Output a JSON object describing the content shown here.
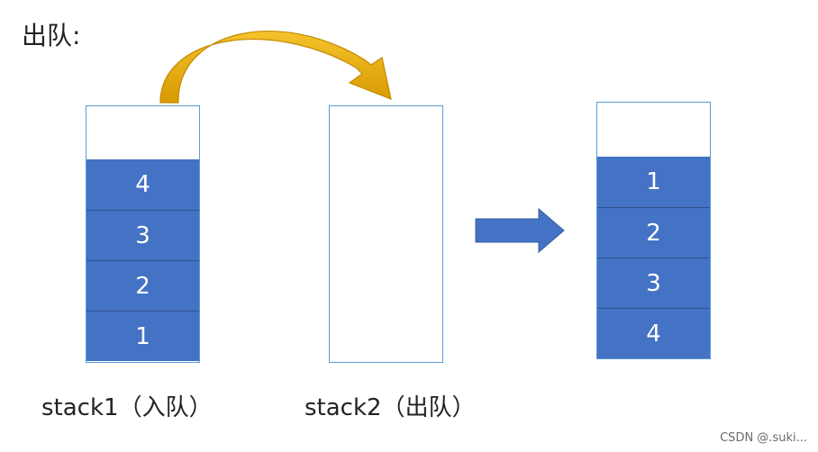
{
  "title": "出队:",
  "stacks": [
    {
      "caption": "stack1（入队）",
      "cells": [
        "4",
        "3",
        "2",
        "1"
      ]
    },
    {
      "caption": "stack2（出队）",
      "cells": []
    },
    {
      "caption": "",
      "cells": [
        "1",
        "2",
        "3",
        "4"
      ]
    }
  ],
  "colors": {
    "cell_fill": "#4472c4",
    "border": "#5b9bd5",
    "curved_arrow": "#e8a800",
    "block_arrow": "#4472c4"
  },
  "icons": [
    "curved-transfer-arrow-icon",
    "right-block-arrow-icon"
  ],
  "watermark": "CSDN @.suki..."
}
